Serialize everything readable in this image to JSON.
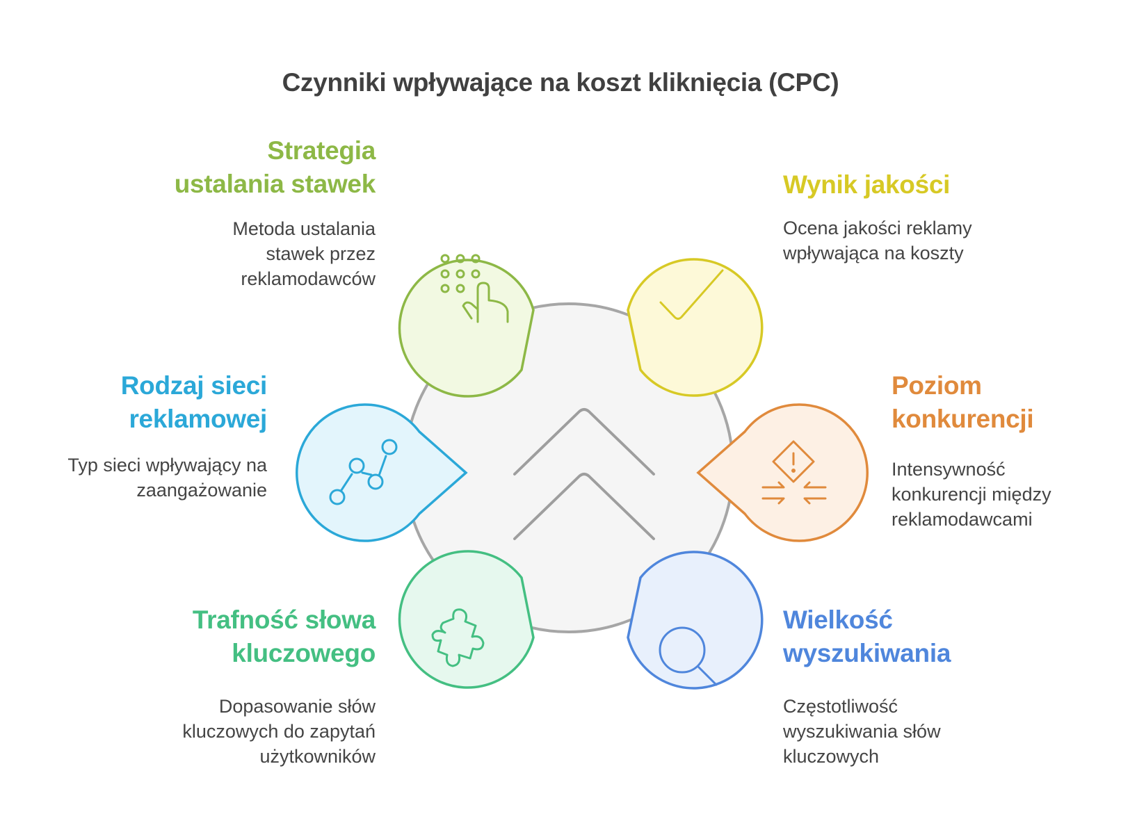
{
  "title": "Czynniki wpływające na koszt kliknięcia (CPC)",
  "factors": [
    {
      "heading_lines": [
        "Strategia",
        "ustalania stawek"
      ],
      "desc_lines": [
        "Metoda ustalania",
        "stawek przez",
        "reklamodawców"
      ],
      "color": "#8DB846",
      "fill": "#F2F9E2",
      "icon": "keypad-touch-icon"
    },
    {
      "heading_lines": [
        "Wynik jakości"
      ],
      "desc_lines": [
        "Ocena jakości reklamy",
        "wpływająca na koszty"
      ],
      "color": "#D7C925",
      "fill": "#FDF9D8",
      "icon": "checkmark-icon"
    },
    {
      "heading_lines": [
        "Rodzaj sieci",
        "reklamowej"
      ],
      "desc_lines": [
        "Typ sieci wpływający na",
        "zaangażowanie"
      ],
      "color": "#2BA8D8",
      "fill": "#E3F5FC",
      "icon": "line-graph-icon"
    },
    {
      "heading_lines": [
        "Poziom",
        "konkurencji"
      ],
      "desc_lines": [
        "Intensywność",
        "konkurencji między",
        "reklamodawcami"
      ],
      "color": "#E08A3C",
      "fill": "#FDF0E4",
      "icon": "warning-collision-icon"
    },
    {
      "heading_lines": [
        "Trafność słowa",
        "kluczowego"
      ],
      "desc_lines": [
        "Dopasowanie słów",
        "kluczowych do zapytań",
        "użytkowników"
      ],
      "color": "#44BF82",
      "fill": "#E6F8EE",
      "icon": "puzzle-piece-icon"
    },
    {
      "heading_lines": [
        "Wielkość",
        "wyszukiwania"
      ],
      "desc_lines": [
        "Częstotliwość",
        "wyszukiwania słów",
        "kluczowych"
      ],
      "color": "#4F86DC",
      "fill": "#E8F0FC",
      "icon": "magnifier-icon"
    }
  ],
  "center": {
    "icon": "double-chevron-up-icon",
    "fill": "#F5F5F5",
    "stroke": "#A6A6A6"
  }
}
